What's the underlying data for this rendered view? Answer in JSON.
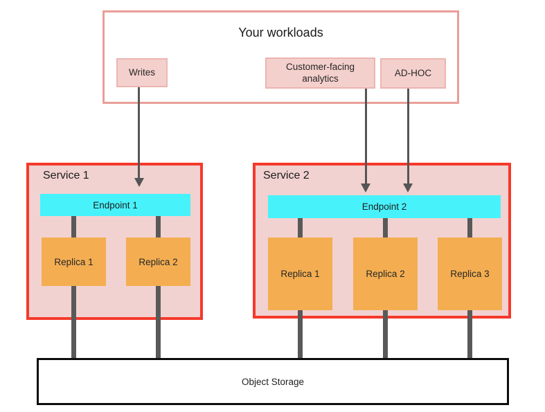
{
  "workloads": {
    "title": "Your workloads",
    "items": [
      {
        "label": "Writes"
      },
      {
        "label": "Customer-facing analytics"
      },
      {
        "label": "AD-HOC"
      }
    ]
  },
  "services": [
    {
      "name": "Service 1",
      "endpoint": "Endpoint 1",
      "replicas": [
        "Replica 1",
        "Replica 2"
      ]
    },
    {
      "name": "Service 2",
      "endpoint": "Endpoint 2",
      "replicas": [
        "Replica 1",
        "Replica 2",
        "Replica 3"
      ]
    }
  ],
  "storage": {
    "label": "Object Storage"
  },
  "colors": {
    "workloads_border": "#e99e98",
    "workload_item_fill": "#f4d0cd",
    "workload_item_border": "#ecb5b0",
    "service_border": "#f5392b",
    "service_fill": "#f1d2d1",
    "endpoint_fill": "#47f2fb",
    "replica_fill": "#f4ae51",
    "connector_gray": "#595959",
    "arrow_gray": "#555555",
    "storage_border": "#0d0d0d"
  }
}
